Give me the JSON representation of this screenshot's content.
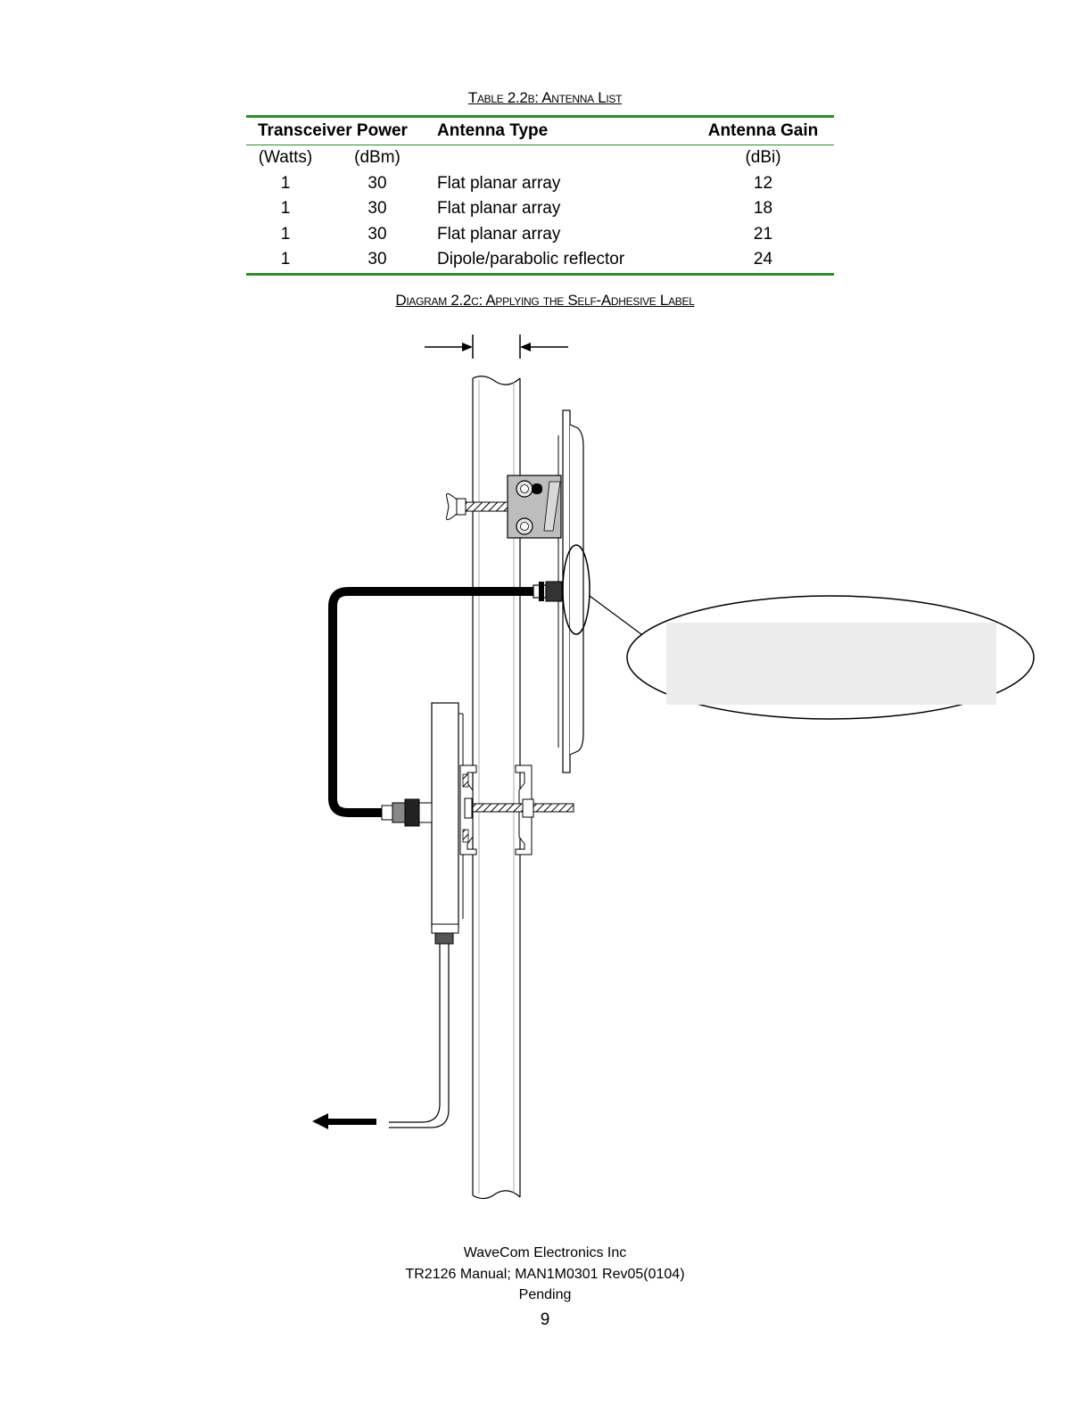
{
  "table": {
    "caption": "Table 2.2b: Antenna List",
    "headers": {
      "power": "Transceiver Power",
      "type": "Antenna Type",
      "gain": "Antenna Gain"
    },
    "units": {
      "watts": "(Watts)",
      "dbm": "(dBm)",
      "dbi": "(dBi)"
    },
    "rows": [
      {
        "watts": "1",
        "dbm": "30",
        "type": "Flat planar array",
        "gain": "12"
      },
      {
        "watts": "1",
        "dbm": "30",
        "type": "Flat planar array",
        "gain": "18"
      },
      {
        "watts": "1",
        "dbm": "30",
        "type": "Flat planar array",
        "gain": "21"
      },
      {
        "watts": "1",
        "dbm": "30",
        "type": "Dipole/parabolic reflector",
        "gain": "24"
      }
    ],
    "rule_color": "#2e8b2e"
  },
  "diagram": {
    "caption": "Diagram 2.2c: Applying the Self-Adhesive Label"
  },
  "footer": {
    "company": "WaveCom Electronics Inc",
    "manual": "TR2126 Manual; MAN1M0301 Rev05(0104)",
    "status": "Pending",
    "page_number": "9"
  }
}
